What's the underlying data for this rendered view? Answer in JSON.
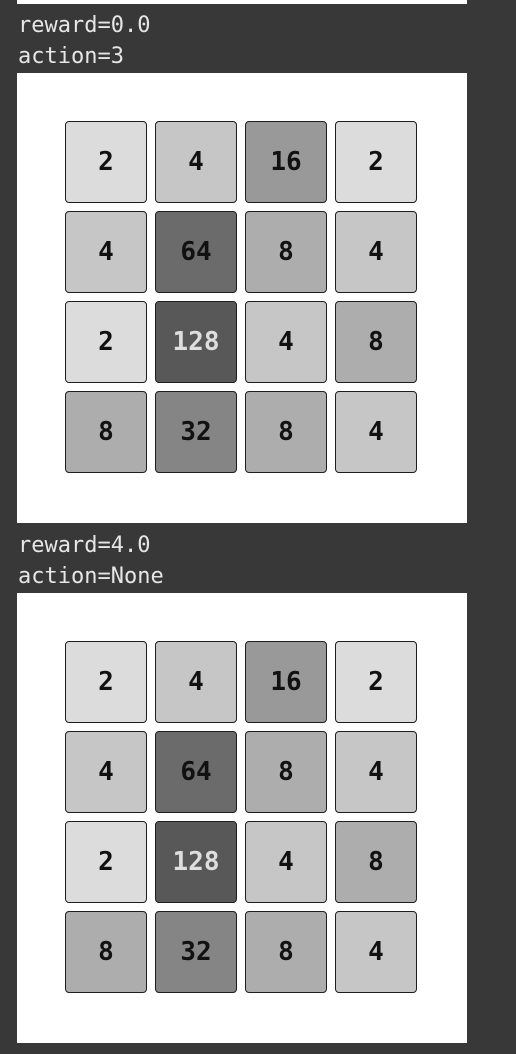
{
  "steps": [
    {
      "reward_text": "reward=0.0",
      "action_text": "action=3",
      "board": [
        [
          "2",
          "4",
          "16",
          "2"
        ],
        [
          "4",
          "64",
          "8",
          "4"
        ],
        [
          "2",
          "128",
          "4",
          "8"
        ],
        [
          "8",
          "32",
          "8",
          "4"
        ]
      ]
    },
    {
      "reward_text": "reward=4.0",
      "action_text": "action=None",
      "board": [
        [
          "2",
          "4",
          "16",
          "2"
        ],
        [
          "4",
          "64",
          "8",
          "4"
        ],
        [
          "2",
          "128",
          "4",
          "8"
        ],
        [
          "8",
          "32",
          "8",
          "4"
        ]
      ]
    }
  ],
  "tile_colors": {
    "2": "#dcdcdc",
    "4": "#c6c6c6",
    "8": "#adadad",
    "16": "#999999",
    "32": "#858585",
    "64": "#6b6b6b",
    "128": "#585858"
  },
  "tile_text_colors": {
    "default": "#111111",
    "128": "#dedede"
  }
}
